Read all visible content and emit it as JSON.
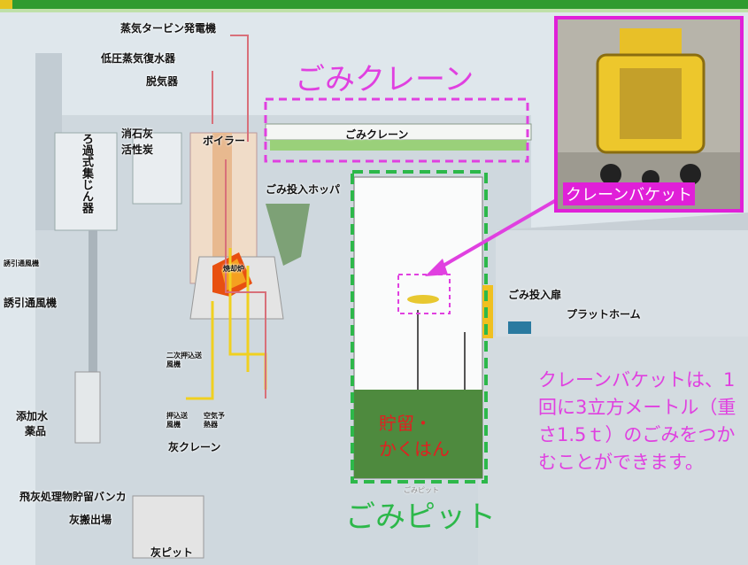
{
  "labels": {
    "turbine": "蒸気タービン発電機",
    "condenser": "低圧蒸気復水器",
    "deaerator": "脱気器",
    "lime_carbon_1": "消石灰",
    "lime_carbon_2": "活性炭",
    "boiler": "ボイラー",
    "bag_filter": "ろ過式集じん器",
    "induced_fan_small": "誘引通風機",
    "induced_fan": "誘引通風機",
    "hopper": "ごみ投入ホッパ",
    "furnace": "焼却炉",
    "secondary_fan": "二次押込送風機",
    "forced_fan": "押込送風機",
    "air_preheater": "空気予熱器",
    "ash_crane": "灰クレーン",
    "additive_1": "添加水",
    "additive_2": "薬品",
    "fly_ash_bunker": "飛灰処理物貯留バンカ",
    "ash_out": "灰搬出場",
    "ash_pit": "灰ピット",
    "crane_inner": "ごみクレーン",
    "crane_title": "ごみクレーン",
    "door": "ごみ投入扉",
    "platform": "プラットホーム",
    "store_1": "貯留・",
    "store_2": "かくはん",
    "pit_title": "ごみピット",
    "pit_small": "ごみピット",
    "photo_label": "クレーンバケット"
  },
  "caption": "クレーンバケットは、1回に3立方メートル（重さ1.5ｔ）のごみをつかむことができます。",
  "colors": {
    "pink": "#e040e0",
    "green": "#2db84a",
    "red": "#e02020"
  }
}
